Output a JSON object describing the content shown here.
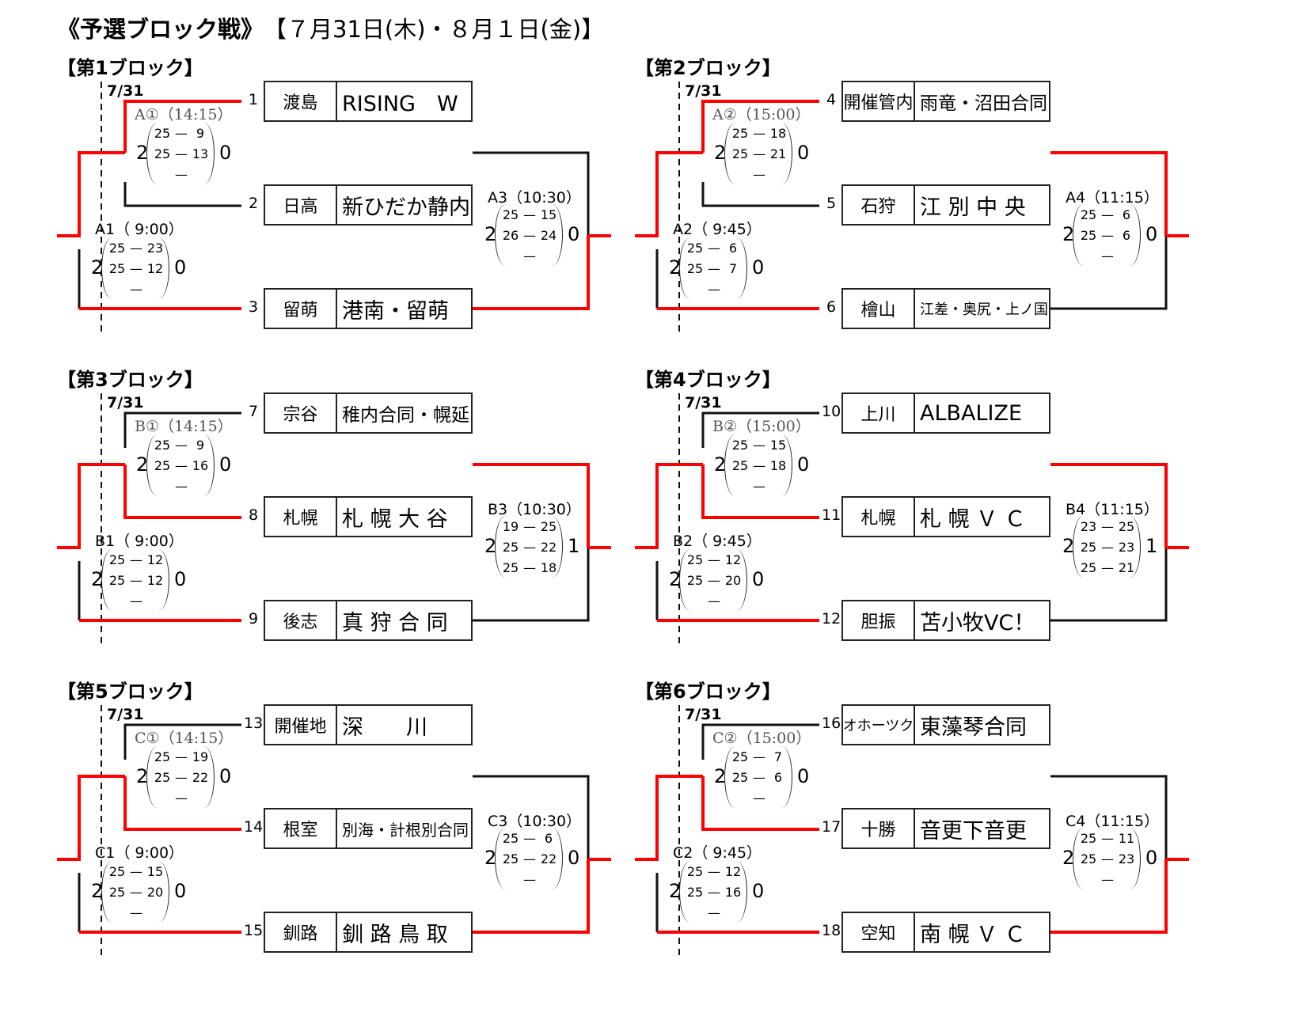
{
  "header": {
    "title": "《予選ブロック戦》",
    "dates": "【７月31日(木)・８月１日(金)】"
  },
  "colors": {
    "win": "#ff0000",
    "line": "#111111"
  },
  "blocks": [
    {
      "title": "【第1ブロック】",
      "date": "7/31",
      "first_round_winner": "top",
      "final_winner": "bottom",
      "teams": [
        {
          "seed": "1",
          "pref": "渡島",
          "name": "RISING　W"
        },
        {
          "seed": "2",
          "pref": "日高",
          "name": "新ひだか静内"
        },
        {
          "seed": "3",
          "pref": "留萌",
          "name": "港南・留萌"
        }
      ],
      "matches": [
        {
          "label": "A①（14:15）",
          "left": "2",
          "right": "0",
          "sets": [
            [
              "25",
              "9"
            ],
            [
              "25",
              "13"
            ],
            [
              "",
              ""
            ]
          ]
        },
        {
          "label": "A1（ 9:00）",
          "left": "2",
          "right": "0",
          "sets": [
            [
              "25",
              "23"
            ],
            [
              "25",
              "12"
            ],
            [
              "",
              ""
            ]
          ]
        },
        {
          "label": "A3（10:30）",
          "left": "2",
          "right": "0",
          "sets": [
            [
              "25",
              "15"
            ],
            [
              "26",
              "24"
            ],
            [
              "",
              ""
            ]
          ]
        }
      ]
    },
    {
      "title": "【第2ブロック】",
      "date": "7/31",
      "first_round_winner": "top",
      "final_winner": "top",
      "teams": [
        {
          "seed": "4",
          "pref": "開催管内",
          "name": "雨竜・沼田合同"
        },
        {
          "seed": "5",
          "pref": "石狩",
          "name": "江 別 中 央"
        },
        {
          "seed": "6",
          "pref": "檜山",
          "name": "江差・奥尻・上ノ国"
        }
      ],
      "matches": [
        {
          "label": "A②（15:00）",
          "left": "2",
          "right": "0",
          "sets": [
            [
              "25",
              "18"
            ],
            [
              "25",
              "21"
            ],
            [
              "",
              ""
            ]
          ]
        },
        {
          "label": "A2（ 9:45）",
          "left": "2",
          "right": "0",
          "sets": [
            [
              "25",
              "6"
            ],
            [
              "25",
              "7"
            ],
            [
              "",
              ""
            ]
          ]
        },
        {
          "label": "A4（11:15）",
          "left": "2",
          "right": "0",
          "sets": [
            [
              "25",
              "6"
            ],
            [
              "25",
              "6"
            ],
            [
              "",
              ""
            ]
          ]
        }
      ]
    },
    {
      "title": "【第3ブロック】",
      "date": "7/31",
      "first_round_winner": "middle",
      "final_winner": "top",
      "teams": [
        {
          "seed": "7",
          "pref": "宗谷",
          "name": "稚内合同・幌延"
        },
        {
          "seed": "8",
          "pref": "札幌",
          "name": "札 幌 大 谷"
        },
        {
          "seed": "9",
          "pref": "後志",
          "name": "真 狩 合 同"
        }
      ],
      "matches": [
        {
          "label": "B①（14:15）",
          "left": "2",
          "right": "0",
          "sets": [
            [
              "25",
              "9"
            ],
            [
              "25",
              "16"
            ],
            [
              "",
              ""
            ]
          ]
        },
        {
          "label": "B1（ 9:00）",
          "left": "2",
          "right": "0",
          "sets": [
            [
              "25",
              "12"
            ],
            [
              "25",
              "12"
            ],
            [
              "",
              ""
            ]
          ]
        },
        {
          "label": "B3（10:30）",
          "left": "2",
          "right": "1",
          "sets": [
            [
              "19",
              "25"
            ],
            [
              "25",
              "22"
            ],
            [
              "25",
              "18"
            ]
          ]
        }
      ]
    },
    {
      "title": "【第4ブロック】",
      "date": "7/31",
      "first_round_winner": "middle",
      "final_winner": "top",
      "teams": [
        {
          "seed": "10",
          "pref": "上川",
          "name": "ALBALIZE"
        },
        {
          "seed": "11",
          "pref": "札幌",
          "name": "札 幌 Ｖ Ｃ"
        },
        {
          "seed": "12",
          "pref": "胆振",
          "name": "苫小牧VC！"
        }
      ],
      "matches": [
        {
          "label": "B②（15:00）",
          "left": "2",
          "right": "0",
          "sets": [
            [
              "25",
              "15"
            ],
            [
              "25",
              "18"
            ],
            [
              "",
              ""
            ]
          ]
        },
        {
          "label": "B2（ 9:45）",
          "left": "2",
          "right": "0",
          "sets": [
            [
              "25",
              "12"
            ],
            [
              "25",
              "20"
            ],
            [
              "",
              ""
            ]
          ]
        },
        {
          "label": "B4（11:15）",
          "left": "2",
          "right": "1",
          "sets": [
            [
              "23",
              "25"
            ],
            [
              "25",
              "23"
            ],
            [
              "25",
              "21"
            ]
          ]
        }
      ]
    },
    {
      "title": "【第5ブロック】",
      "date": "7/31",
      "first_round_winner": "middle",
      "final_winner": "bottom",
      "teams": [
        {
          "seed": "13",
          "pref": "開催地",
          "name": "深　　川"
        },
        {
          "seed": "14",
          "pref": "根室",
          "name": "別海・計根別合同"
        },
        {
          "seed": "15",
          "pref": "釧路",
          "name": "釧 路 鳥 取"
        }
      ],
      "matches": [
        {
          "label": "C①（14:15）",
          "left": "2",
          "right": "0",
          "sets": [
            [
              "25",
              "19"
            ],
            [
              "25",
              "22"
            ],
            [
              "",
              ""
            ]
          ]
        },
        {
          "label": "C1（ 9:00）",
          "left": "2",
          "right": "0",
          "sets": [
            [
              "25",
              "15"
            ],
            [
              "25",
              "20"
            ],
            [
              "",
              ""
            ]
          ]
        },
        {
          "label": "C3（10:30）",
          "left": "2",
          "right": "0",
          "sets": [
            [
              "25",
              "6"
            ],
            [
              "25",
              "22"
            ],
            [
              "",
              ""
            ]
          ]
        }
      ]
    },
    {
      "title": "【第6ブロック】",
      "date": "7/31",
      "first_round_winner": "middle",
      "final_winner": "bottom",
      "teams": [
        {
          "seed": "16",
          "pref": "オホーツク",
          "name": "東藻琴合同"
        },
        {
          "seed": "17",
          "pref": "十勝",
          "name": "音更下音更"
        },
        {
          "seed": "18",
          "pref": "空知",
          "name": "南 幌 Ｖ Ｃ"
        }
      ],
      "matches": [
        {
          "label": "C②（15:00）",
          "left": "2",
          "right": "0",
          "sets": [
            [
              "25",
              "7"
            ],
            [
              "25",
              "6"
            ],
            [
              "",
              ""
            ]
          ]
        },
        {
          "label": "C2（ 9:45）",
          "left": "2",
          "right": "0",
          "sets": [
            [
              "25",
              "12"
            ],
            [
              "25",
              "16"
            ],
            [
              "",
              ""
            ]
          ]
        },
        {
          "label": "C4（11:15）",
          "left": "2",
          "right": "0",
          "sets": [
            [
              "25",
              "11"
            ],
            [
              "25",
              "23"
            ],
            [
              "",
              ""
            ]
          ]
        }
      ]
    }
  ]
}
